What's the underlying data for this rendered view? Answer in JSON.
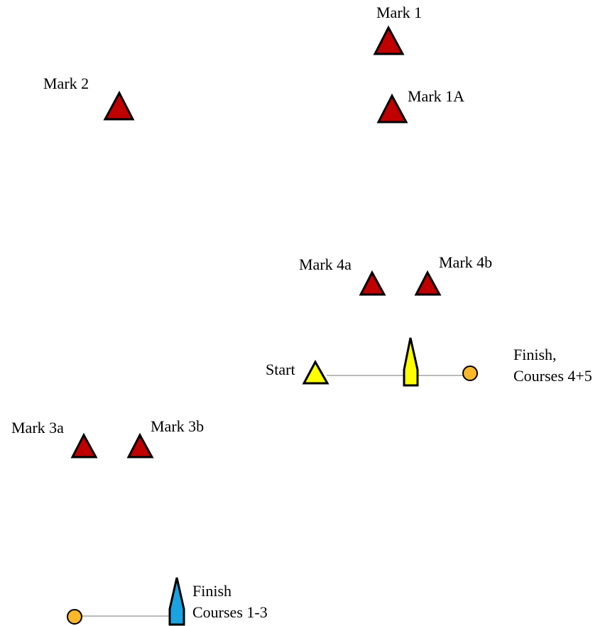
{
  "colors": {
    "mark_fill": "#c00000",
    "start_fill": "#ffff00",
    "committee_boat_start_fill": "#ffff00",
    "committee_boat_finish_fill": "#1aa3e0",
    "finish_buoy_fill": "#fbb829",
    "line_color": "#777777",
    "outline": "#000000"
  },
  "marks": {
    "mark1": "Mark 1",
    "mark1a": "Mark 1A",
    "mark2": "Mark 2",
    "mark4a": "Mark 4a",
    "mark4b": "Mark 4b",
    "mark3a": "Mark 3a",
    "mark3b": "Mark 3b"
  },
  "start": {
    "label": "Start"
  },
  "finish_4_5": {
    "line1": "Finish,",
    "line2": "Courses 4+5"
  },
  "finish_1_3": {
    "line1": "Finish",
    "line2": "Courses 1-3"
  }
}
